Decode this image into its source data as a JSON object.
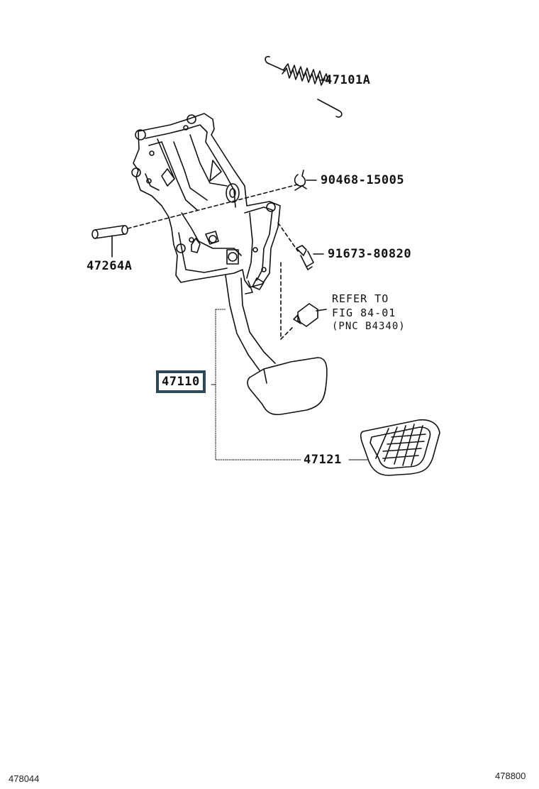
{
  "labels": {
    "spring": "47101A",
    "clip": "90468-15005",
    "pin": "47264A",
    "bolt": "91673-80820",
    "refer_line1": "REFER TO",
    "refer_line2": "FIG 84-01",
    "refer_line3": "(PNC B4340)",
    "pedal_assy": "47110",
    "pedal_pad": "47121"
  },
  "footer": {
    "left_code": "478044",
    "right_code": "478800"
  },
  "colors": {
    "line": "#111111",
    "highlight_box": "#2f4858"
  }
}
